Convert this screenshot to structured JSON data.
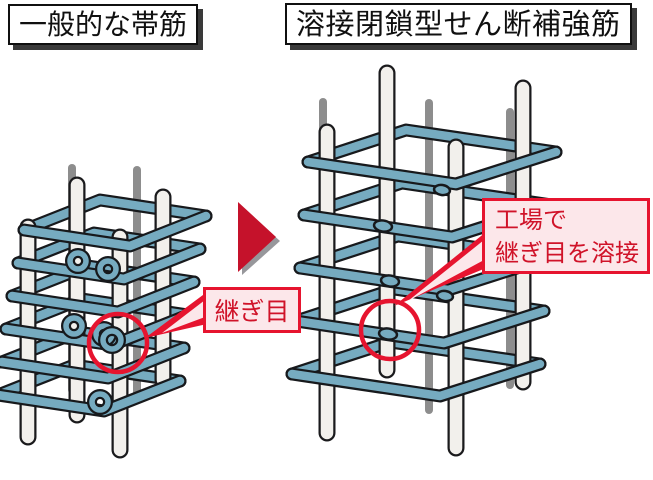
{
  "header": {
    "left_title": "一般的な帯筋",
    "right_title": "溶接閉鎖型せん断補強筋"
  },
  "callouts": {
    "joint_label": "継ぎ目",
    "weld_label_line1": "工場で",
    "weld_label_line2": "継ぎ目を溶接"
  },
  "icons": {
    "arrow": "transform-arrow-icon"
  },
  "colors": {
    "rebar_teal": "#76abc0",
    "rebar_outline": "#17191c",
    "bar_white": "#f2f0ec",
    "bar_gray": "#8d8d8d",
    "accent_red": "#e6142f",
    "arrow_red": "#c5122b",
    "arrow_shadow": "#97979b",
    "callout_pink": "#fce7ea",
    "callout_text_red": "#d01329",
    "title_shadow": "#3a3a3a",
    "background": "#ffffff"
  }
}
